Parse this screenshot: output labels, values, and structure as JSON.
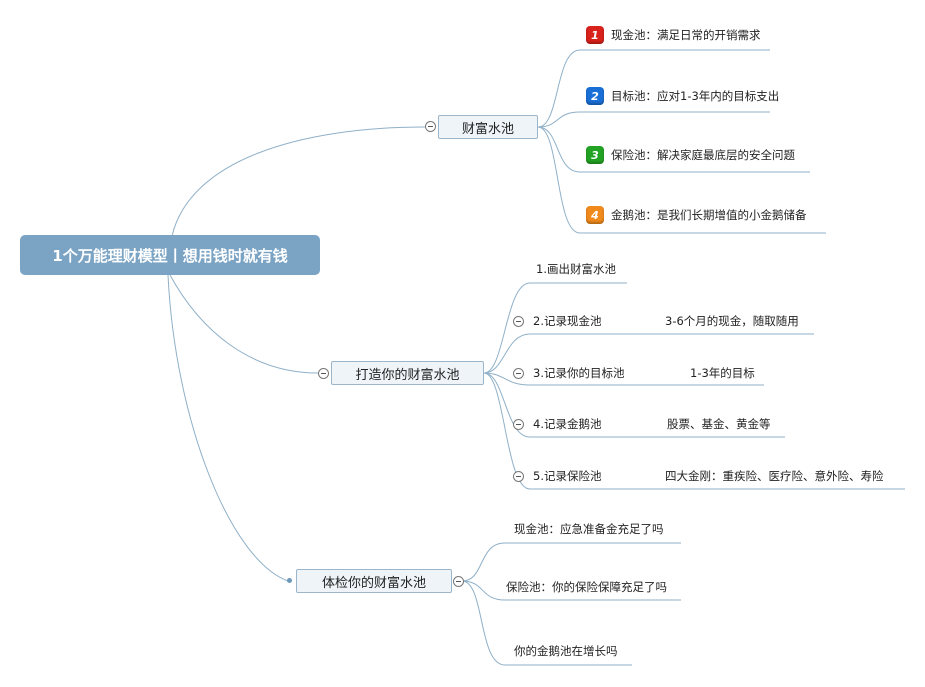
{
  "root": {
    "label": "1个万能理财模型丨想用钱时就有钱"
  },
  "colors": {
    "line": "#8fb0c8",
    "root_bg": "#7aa3c4",
    "badge_red": "#d9221c",
    "badge_blue": "#1a6fd6",
    "badge_green": "#23a323",
    "badge_orange": "#f08a1c"
  },
  "branches": [
    {
      "label": "财富水池",
      "children": [
        {
          "badge": "1",
          "badge_color": "red",
          "text": "现金池：满足日常的开销需求"
        },
        {
          "badge": "2",
          "badge_color": "blue",
          "text": "目标池：应对1-3年内的目标支出"
        },
        {
          "badge": "3",
          "badge_color": "green",
          "text": "保险池：解决家庭最底层的安全问题"
        },
        {
          "badge": "4",
          "badge_color": "orange",
          "text": "金鹅池：是我们长期增值的小金鹅储备"
        }
      ]
    },
    {
      "label": "打造你的财富水池",
      "children": [
        {
          "text": "1.画出财富水池",
          "note": ""
        },
        {
          "text": "2.记录现金池",
          "note": "3-6个月的现金，随取随用"
        },
        {
          "text": "3.记录你的目标池",
          "note": "1-3年的目标"
        },
        {
          "text": "4.记录金鹅池",
          "note": "股票、基金、黄金等"
        },
        {
          "text": "5.记录保险池",
          "note": "四大金刚：重疾险、医疗险、意外险、寿险"
        }
      ]
    },
    {
      "label": "体检你的财富水池",
      "children": [
        {
          "text": "现金池：应急准备金充足了吗"
        },
        {
          "text": "保险池：你的保险保障充足了吗"
        },
        {
          "text": "你的金鹅池在增长吗"
        }
      ]
    }
  ]
}
